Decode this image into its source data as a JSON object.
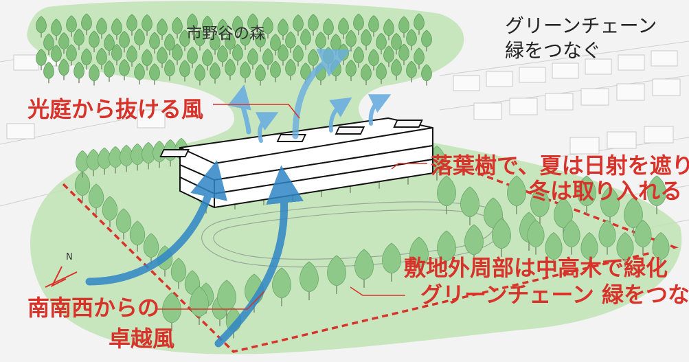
{
  "forest_label": "市野谷の森",
  "green_chain": {
    "line1": "グリーンチェーン",
    "line2": "緑をつなぐ"
  },
  "wind_courtyard": "光庭から抜ける風",
  "deciduous": {
    "line1": "落葉樹で、夏は日射を遮り",
    "line2": "冬は取り入れる"
  },
  "perimeter": {
    "line1": "敷地外周部は中高木で緑化",
    "line2": "グリーンチェーン 緑をつなぐ"
  },
  "prevailing_wind": {
    "line1": "南南西からの",
    "line2": "卓越風"
  },
  "north_arrow": "N",
  "colors": {
    "label_red": "#d8332a",
    "green_zone": "#bfe3b4",
    "tree": "#8ec98a",
    "wind_arrow": "#2f86c6",
    "site_boundary": "#d8332a"
  }
}
